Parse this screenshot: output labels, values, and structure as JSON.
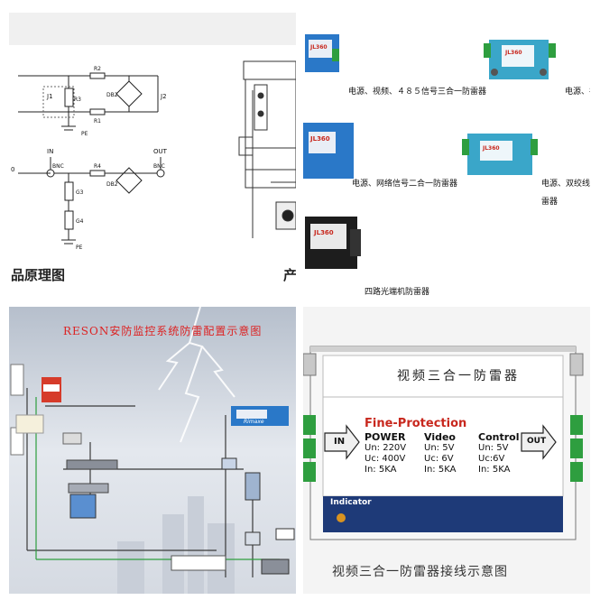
{
  "tile1": {
    "heading": "品原理图",
    "heading_right": "产",
    "labels": {
      "j1": "J1",
      "j2": "J2",
      "r2": "R2",
      "r1": "R1",
      "r3": "R3",
      "db2": "DB2",
      "pe1": "PE",
      "in": "IN",
      "out": "OUT",
      "bnc_in": "BNC",
      "bnc_out": "BNC",
      "r4": "R4",
      "g3": "G3",
      "g4": "G4",
      "pe2": "PE",
      "zero": "0"
    }
  },
  "tile2": {
    "products": [
      {
        "caption": "电源、视频、４８５信号三合一防雷器",
        "badge": "JL360"
      },
      {
        "caption": "电源、视",
        "badge": "JL360"
      },
      {
        "caption": "电源、网络信号二合一防雷器",
        "badge": "JL360"
      },
      {
        "caption": "电源、双绞线",
        "badge": "JL360"
      },
      {
        "caption": "雷器",
        "badge": ""
      },
      {
        "caption": "四路光端机防雷器",
        "badge": "JL360"
      }
    ]
  },
  "tile3": {
    "title": "RESON安防监控系统防雷配置示意图",
    "brand": "Rimaxe"
  },
  "tile4": {
    "header": "视频三合一防雷器",
    "brand": "Fine-Protection",
    "in_label": "IN",
    "out_label": "OUT",
    "indicator": "Indicator",
    "columns": [
      {
        "title": "POWER",
        "lines": [
          "Un: 220V",
          "Uc: 400V",
          "In: 5KA"
        ]
      },
      {
        "title": "Video",
        "lines": [
          "Un: 5V",
          "Uc: 6V",
          "In: 5KA"
        ]
      },
      {
        "title": "Control",
        "lines": [
          "Un: 5V",
          "Uc:6V",
          "In: 5KA"
        ]
      }
    ],
    "caption": "视频三合一防雷器接线示意图"
  },
  "colors": {
    "product_blue": "#2a78c8",
    "product_teal": "#3aa6c9",
    "product_black": "#1d1d1d",
    "terminal_green": "#2e9e3f",
    "title_red": "#d22222",
    "brand_red": "#c8281e",
    "panel_navy": "#1e3a78"
  }
}
